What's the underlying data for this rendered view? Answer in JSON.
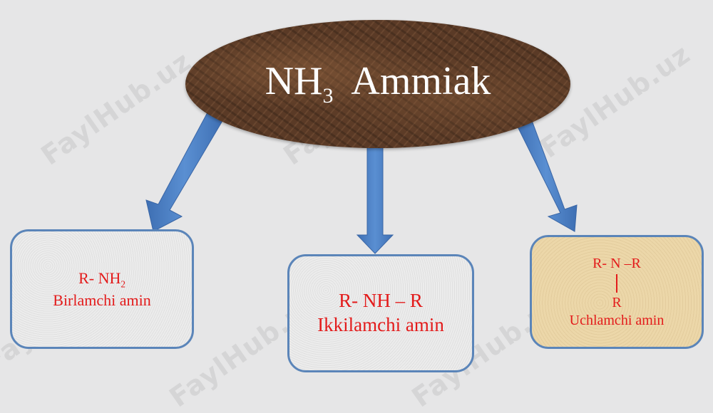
{
  "watermark": "FaylHub.uz",
  "title": {
    "main": "NH",
    "sub": "3",
    "rest": "Ammiak"
  },
  "boxes": {
    "primary": {
      "formula_main": "R- NH",
      "formula_sub": "2",
      "label": "Birlamchi amin"
    },
    "secondary": {
      "formula": "R- NH – R",
      "label": "Ikkilamchi amin"
    },
    "tertiary": {
      "formula_top": "R- N –R",
      "formula_bottom": "R",
      "label": "Uchlamchi amin"
    }
  },
  "colors": {
    "background": "#e6e6e7",
    "arrow": "#4f7fc0",
    "box_border": "#5b85b9",
    "text_red": "#e31b1b",
    "title_white": "#ffffff"
  }
}
